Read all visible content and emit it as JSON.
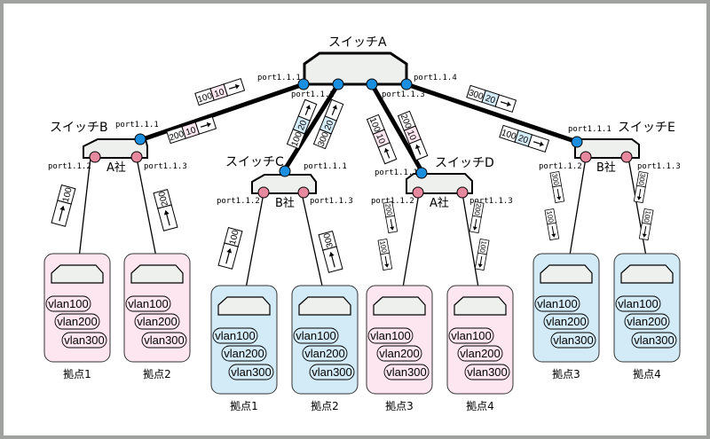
{
  "colors": {
    "frame": "#a0a2a0",
    "switch_fill": "#eef0ee",
    "port_uplink": "#1a8fe0",
    "port_access": "#e6899f",
    "site_pink": "#fde6ef",
    "site_blue": "#d3ebf7",
    "tag_pink": "#fde6ef",
    "tag_blue": "#d3ebf7"
  },
  "switches": {
    "A": {
      "title": "スイッチA",
      "company": "",
      "ports": [
        "port1.1.1",
        "port1.1.2",
        "port1.1.3",
        "port1.1.4"
      ]
    },
    "B": {
      "title": "スイッチB",
      "company": "A社",
      "ports": [
        "port1.1.1",
        "port1.1.2",
        "port1.1.3"
      ]
    },
    "C": {
      "title": "スイッチC",
      "company": "B社",
      "ports": [
        "port1.1.1",
        "port1.1.2",
        "port1.1.3"
      ]
    },
    "D": {
      "title": "スイッチD",
      "company": "A社",
      "ports": [
        "port1.1.1",
        "port1.1.2",
        "port1.1.3"
      ]
    },
    "E": {
      "title": "スイッチE",
      "company": "B社",
      "ports": [
        "port1.1.1",
        "port1.1.2",
        "port1.1.3"
      ]
    }
  },
  "trunk_tags": [
    {
      "link": "A-B",
      "vlan": "100",
      "tag": "10",
      "color": "pink",
      "direction": "to A"
    },
    {
      "link": "A-B",
      "vlan": "200",
      "tag": "10",
      "color": "pink",
      "direction": "to A"
    },
    {
      "link": "A-C",
      "vlan": "100",
      "tag": "20",
      "color": "blue",
      "direction": "to A"
    },
    {
      "link": "A-C",
      "vlan": "300",
      "tag": "20",
      "color": "blue",
      "direction": "to A"
    },
    {
      "link": "A-D",
      "vlan": "100",
      "tag": "10",
      "color": "pink",
      "direction": "to D"
    },
    {
      "link": "A-D",
      "vlan": "200",
      "tag": "10",
      "color": "pink",
      "direction": "to D"
    },
    {
      "link": "A-E",
      "vlan": "300",
      "tag": "20",
      "color": "blue",
      "direction": "to E"
    },
    {
      "link": "A-E",
      "vlan": "100",
      "tag": "20",
      "color": "blue",
      "direction": "to E"
    }
  ],
  "access_tags": [
    {
      "link": "B-site1",
      "vlans": [
        "100"
      ],
      "direction": "up"
    },
    {
      "link": "B-site2",
      "vlans": [
        "200"
      ],
      "direction": "up"
    },
    {
      "link": "C-site1",
      "vlans": [
        "100"
      ],
      "direction": "up"
    },
    {
      "link": "C-site2",
      "vlans": [
        "300"
      ],
      "direction": "up"
    },
    {
      "link": "D-site3",
      "vlans": [
        "200",
        "100"
      ],
      "direction": "down"
    },
    {
      "link": "D-site4",
      "vlans": [
        "200",
        "100"
      ],
      "direction": "down"
    },
    {
      "link": "E-site3",
      "vlans": [
        "300",
        "100"
      ],
      "direction": "down"
    },
    {
      "link": "E-site4",
      "vlans": [
        "300",
        "100"
      ],
      "direction": "down"
    }
  ],
  "sites": [
    {
      "id": "B1",
      "label": "拠点1",
      "color": "pink",
      "vlans": [
        "vlan100",
        "vlan200",
        "vlan300"
      ]
    },
    {
      "id": "B2",
      "label": "拠点2",
      "color": "pink",
      "vlans": [
        "vlan100",
        "vlan200",
        "vlan300"
      ]
    },
    {
      "id": "C1",
      "label": "拠点1",
      "color": "blue",
      "vlans": [
        "vlan100",
        "vlan200",
        "vlan300"
      ]
    },
    {
      "id": "C2",
      "label": "拠点2",
      "color": "blue",
      "vlans": [
        "vlan100",
        "vlan200",
        "vlan300"
      ]
    },
    {
      "id": "D3",
      "label": "拠点3",
      "color": "pink",
      "vlans": [
        "vlan100",
        "vlan200",
        "vlan300"
      ]
    },
    {
      "id": "D4",
      "label": "拠点4",
      "color": "pink",
      "vlans": [
        "vlan100",
        "vlan200",
        "vlan300"
      ]
    },
    {
      "id": "E3",
      "label": "拠点3",
      "color": "blue",
      "vlans": [
        "vlan100",
        "vlan200",
        "vlan300"
      ]
    },
    {
      "id": "E4",
      "label": "拠点4",
      "color": "blue",
      "vlans": [
        "vlan100",
        "vlan200",
        "vlan300"
      ]
    }
  ]
}
